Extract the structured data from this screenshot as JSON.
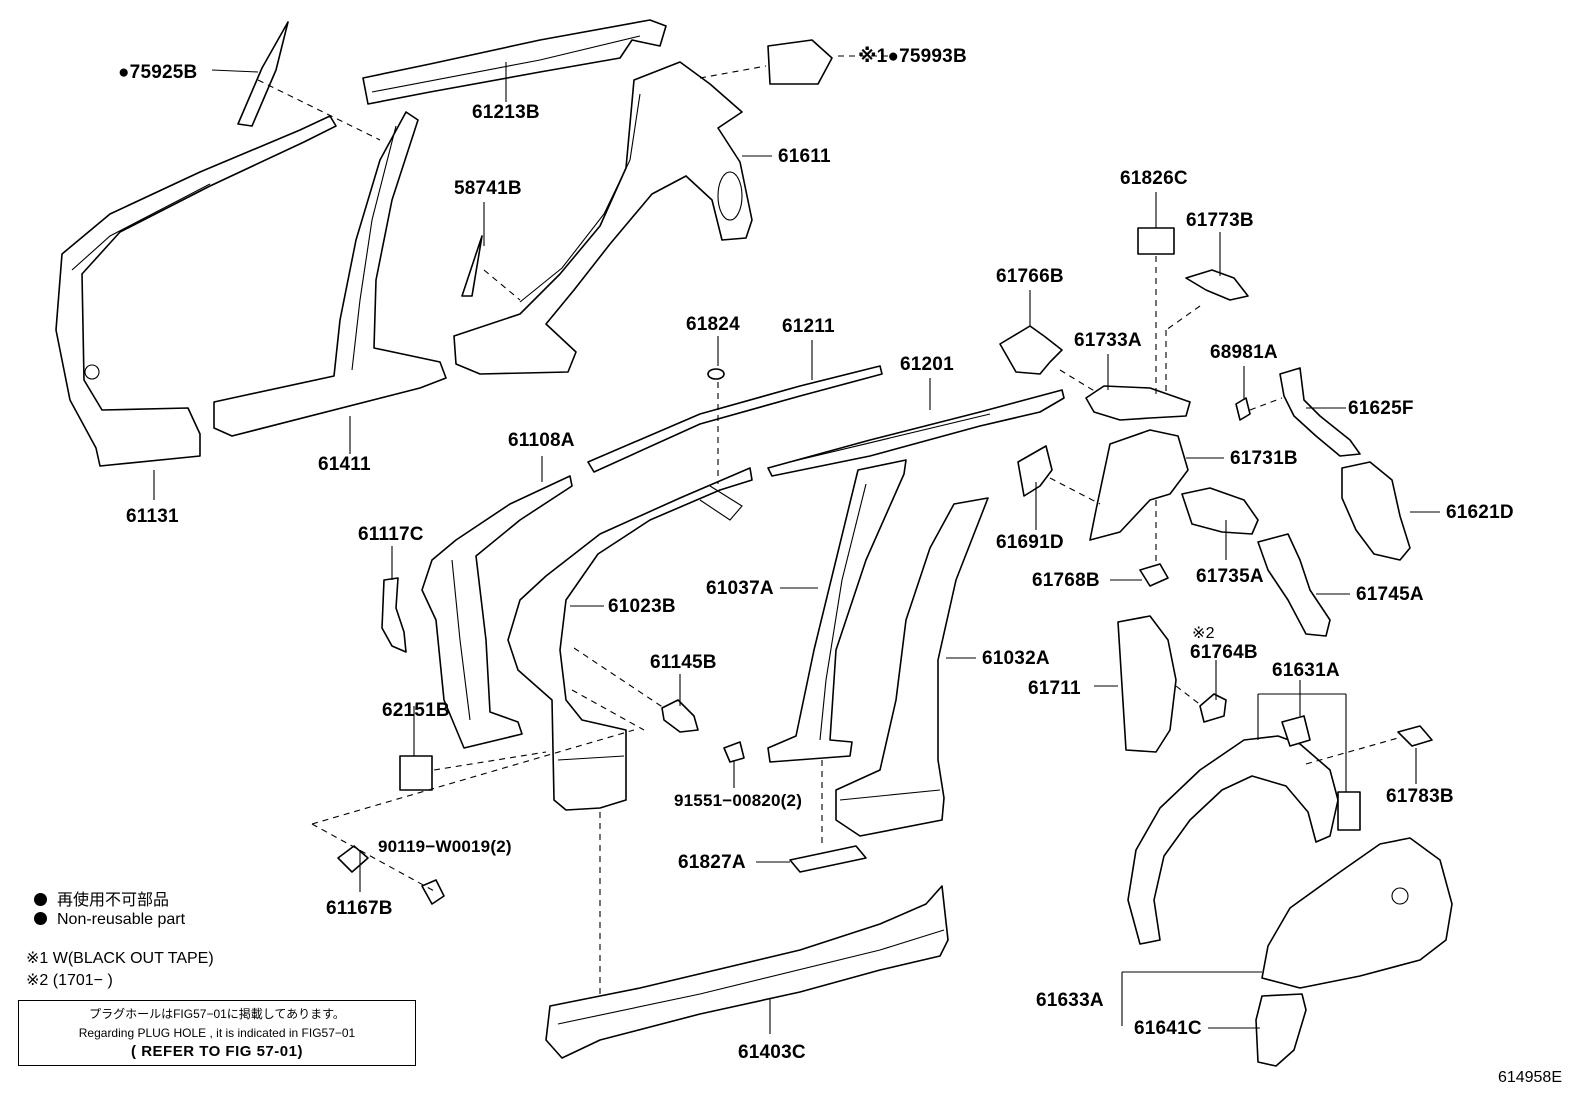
{
  "labels": {
    "p75925B": "●75925B",
    "p61213B": "61213B",
    "p75993B": "※1●75993B",
    "p61611": "61611",
    "p58741B": "58741B",
    "p61411": "61411",
    "p61131": "61131",
    "p61826C": "61826C",
    "p61773B": "61773B",
    "p61766B": "61766B",
    "p61824": "61824",
    "p61211": "61211",
    "p61201": "61201",
    "p61733A": "61733A",
    "p68981A": "68981A",
    "p61625F": "61625F",
    "p61108A": "61108A",
    "p61731B": "61731B",
    "p61621D": "61621D",
    "p61117C": "61117C",
    "p61023B": "61023B",
    "p61037A": "61037A",
    "p61691D": "61691D",
    "p61768B": "61768B",
    "p61735A": "61735A",
    "p61745A": "61745A",
    "p61145B": "61145B",
    "p61032A": "61032A",
    "p61764B_note": "※2",
    "p61764B": "61764B",
    "p61631A": "61631A",
    "p61711": "61711",
    "p62151B": "62151B",
    "p91551": "91551−00820(2)",
    "p61783B": "61783B",
    "p90119": "90119−W0019(2)",
    "p61827A": "61827A",
    "p61167B": "61167B",
    "p61403C": "61403C",
    "p61633A": "61633A",
    "p61641C": "61641C"
  },
  "legend": {
    "ja": "再使用不可部品",
    "en": "Non-reusable part"
  },
  "notes": {
    "n1": "※1 W(BLACK OUT TAPE)",
    "n2": "※2 (1701−       )"
  },
  "plug_box": {
    "ja": "プラグホールはFIG57−01に掲載してあります。",
    "en": "Regarding PLUG HOLE , it is indicated in FIG57−01",
    "ref": "( REFER TO FIG 57-01)"
  },
  "figure_code": "614958E"
}
